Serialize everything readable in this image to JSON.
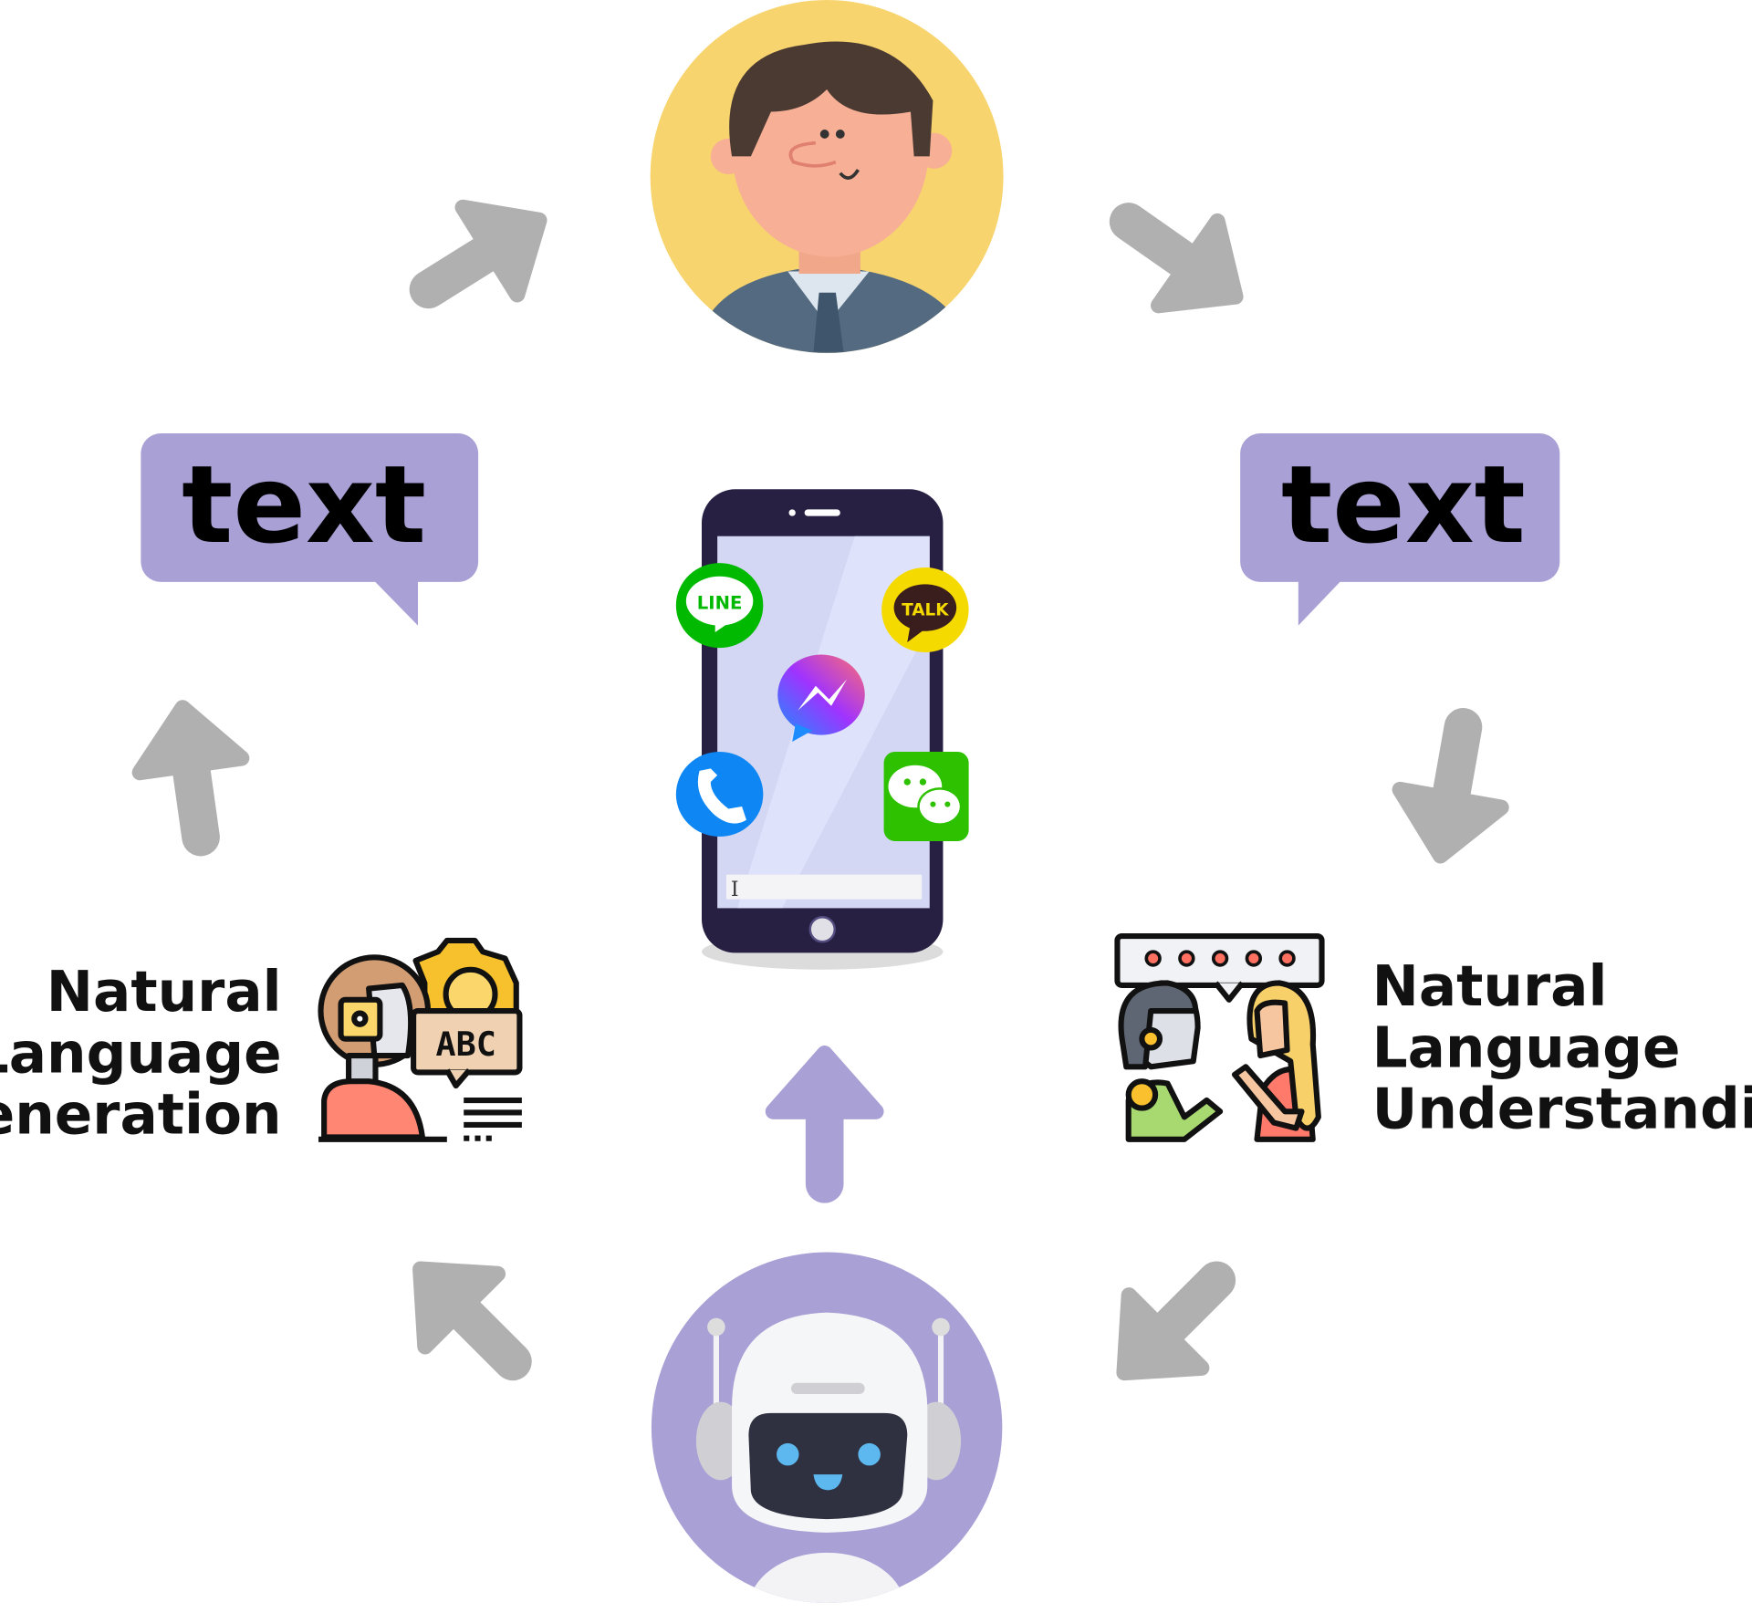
{
  "bubbles": {
    "left": "text",
    "right": "text"
  },
  "nlg": {
    "line1": "Natural",
    "line2": "Language",
    "line3": "Generation",
    "icon_text": "ABC"
  },
  "nlu": {
    "line1": "Natural",
    "line2": "Language",
    "line3": "Understanding"
  },
  "apps": {
    "line": "LINE",
    "kakao": "TALK",
    "messenger": "messenger-icon",
    "phone": "phone-icon",
    "wechat": "wechat-icon"
  },
  "colors": {
    "purple": "#A9A1D6",
    "arrow_gray": "#B0B0B0",
    "yellow": "#F7D46E",
    "phone_body": "#272043"
  }
}
